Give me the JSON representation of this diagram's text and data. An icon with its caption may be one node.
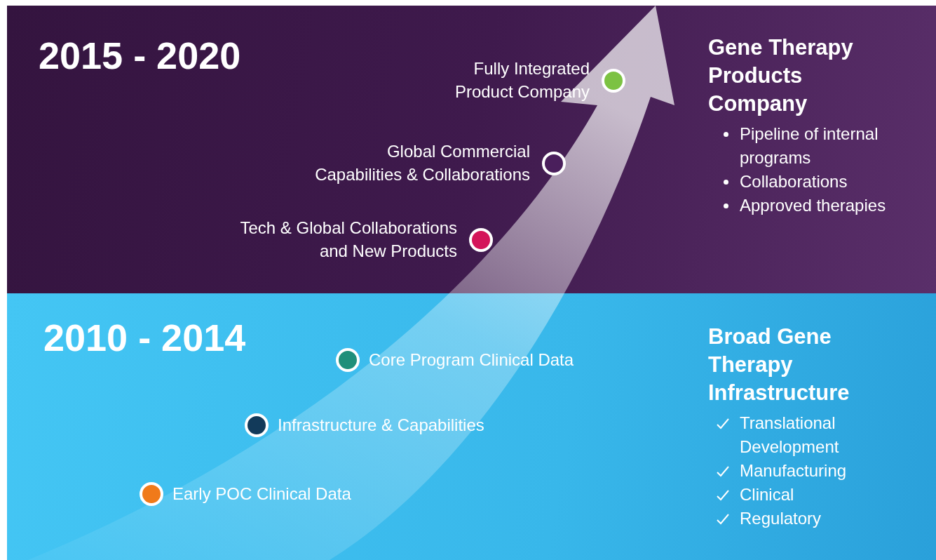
{
  "diagram": {
    "nodes": [
      {
        "text": [
          "2015 - 2020",
          "Gene Therapy Products Company",
          "Pipeline of internal programs",
          "Collaborations",
          "Approved therapies"
        ]
      },
      {
        "text": [],
        "shape": "circle",
        "beside": [
          "Fully Integrated Product Company"
        ],
        "in": 0
      },
      {
        "text": [],
        "shape": "circle",
        "beside": [
          "Global Commercial Capabilities & Collaborations"
        ],
        "in": 0
      },
      {
        "text": [],
        "shape": "circle",
        "beside": [
          "Tech & Global Collaborations and New Products"
        ],
        "in": 0
      },
      {
        "text": [
          "2010 - 2014",
          "Broad Gene Therapy Infrastructure",
          "Translational Development",
          "Manufacturing",
          "Clinical",
          "Regulatory"
        ]
      },
      {
        "text": [],
        "shape": "circle",
        "beside": [
          "Core Program Clinical Data"
        ],
        "in": 4
      },
      {
        "text": [],
        "shape": "circle",
        "beside": [
          "Infrastructure & Capabilities"
        ],
        "in": 4
      },
      {
        "text": [],
        "shape": "circle",
        "beside": [
          "Early POC Clinical Data"
        ],
        "in": 4
      }
    ]
  }
}
